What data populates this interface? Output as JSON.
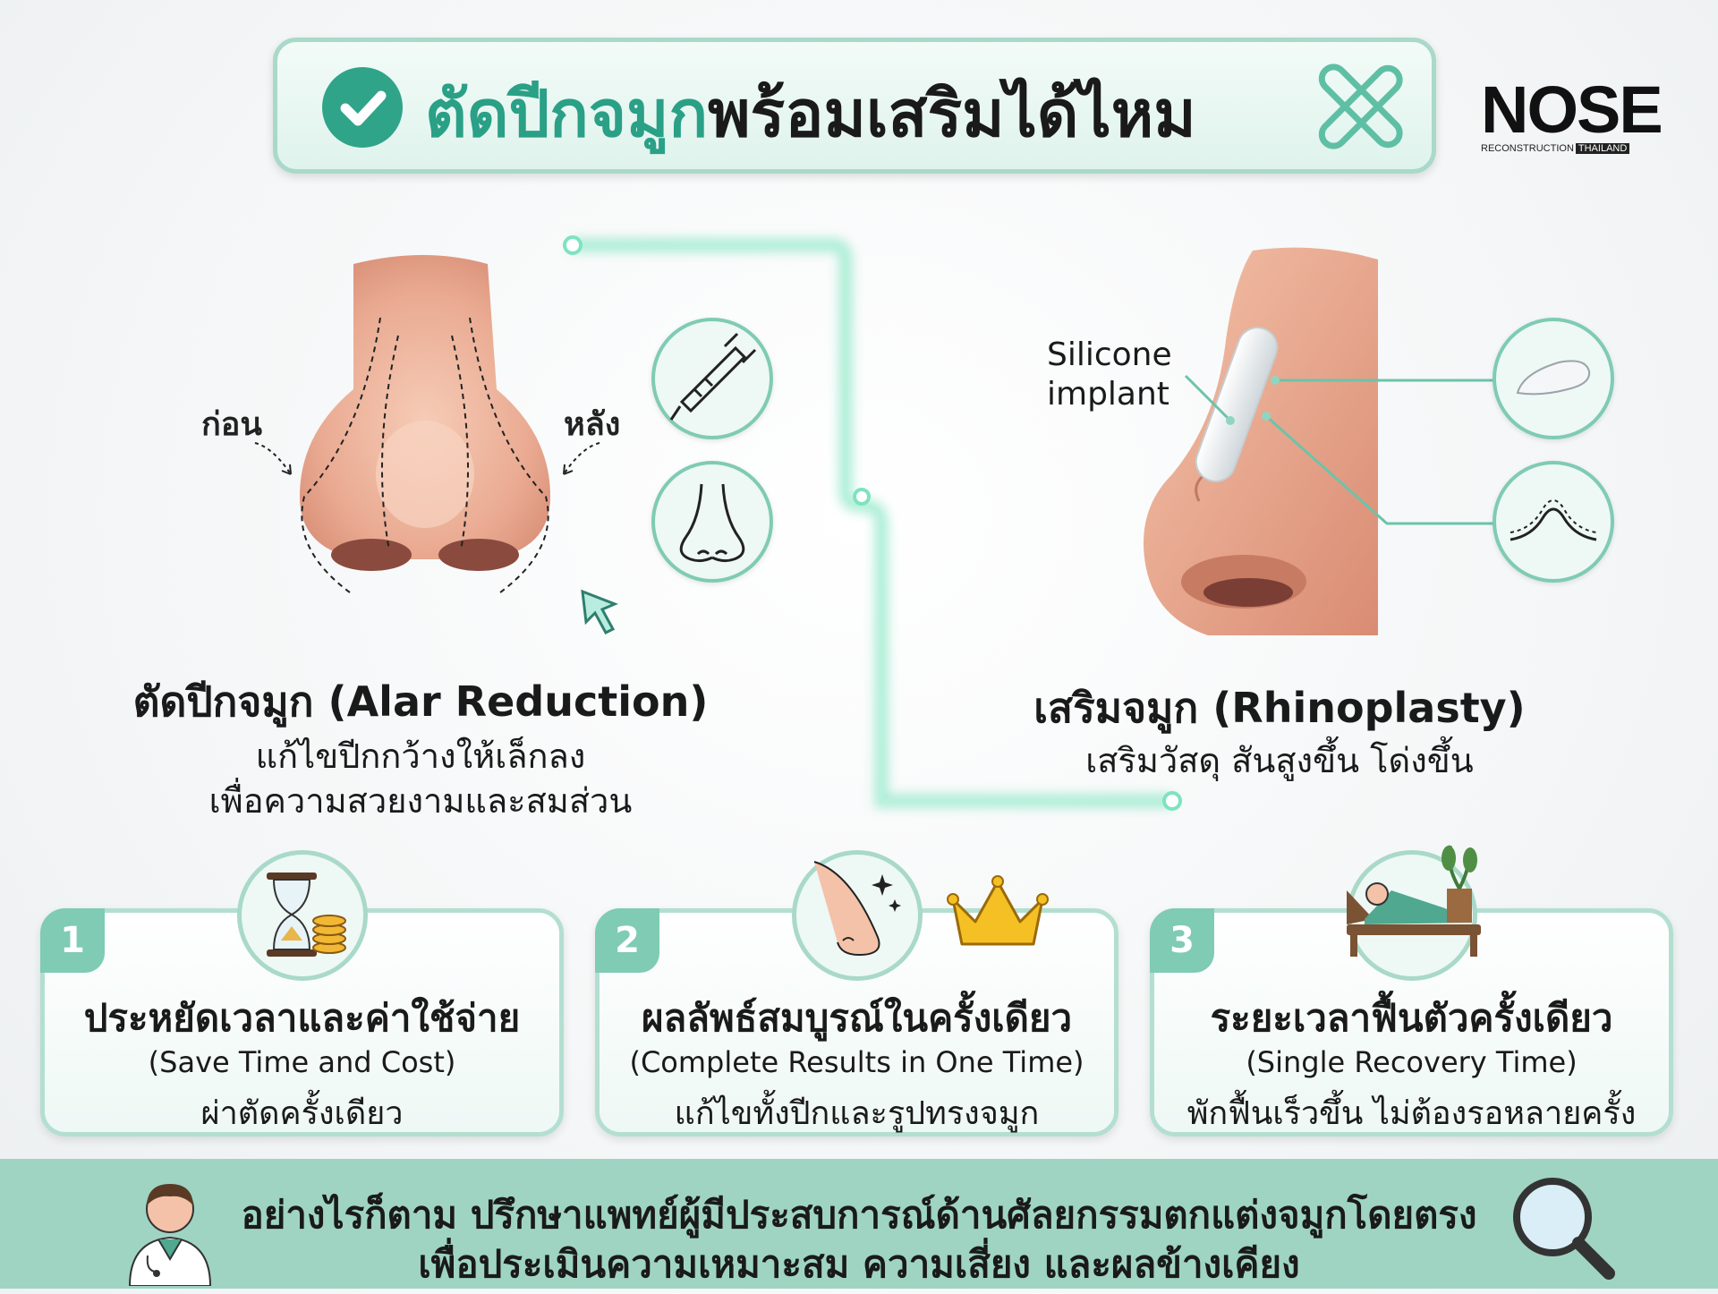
{
  "title": {
    "part1": "ตัดปีกจมูก",
    "part2": "พร้อมเสริมได้ไหม"
  },
  "logo": {
    "word": "NOSE",
    "sub": "RECONSTRUCTION",
    "tag": "THAILAND"
  },
  "left": {
    "before_label": "ก่อน",
    "after_label": "หลัง",
    "title": "ตัดปีกจมูก (Alar Reduction)",
    "desc_line1": "แก้ไขปีกกว้างให้เล็กลง",
    "desc_line2": "เพื่อความสวยงามและสมส่วน"
  },
  "right": {
    "implant_label_1": "Silicone",
    "implant_label_2": "implant",
    "title": "เสริมจมูก (Rhinoplasty)",
    "desc": "เสริมวัสดุ สันสูงขึ้น โด่งขึ้น"
  },
  "cards": [
    {
      "num": "1",
      "title": "ประหยัดเวลาและค่าใช้จ่าย",
      "en": "(Save Time and Cost)",
      "th": "ผ่าตัดครั้งเดียว"
    },
    {
      "num": "2",
      "title": "ผลลัพธ์สมบูรณ์ในครั้งเดียว",
      "en": "(Complete Results in One Time)",
      "th": "แก้ไขทั้งปีกและรูปทรงจมูก"
    },
    {
      "num": "3",
      "title": "ระยะเวลาฟื้นตัวครั้งเดียว",
      "en": "(Single Recovery Time)",
      "th": "พักฟื้นเร็วขึ้น ไม่ต้องรอหลายครั้ง"
    }
  ],
  "banner": {
    "line1": "อย่างไรก็ตาม ปรึกษาแพทย์ผู้มีประสบการณ์ด้านศัลยกรรมตกแต่งจมูกโดยตรง",
    "line2": "เพื่อประเมินความเหมาะสม ความเสี่ยง และผลข้างเคียง"
  },
  "colors": {
    "accent": "#2aa086",
    "mint": "#9fd4c3",
    "glow": "#7ee3bf",
    "skin": "#e9a68c"
  }
}
